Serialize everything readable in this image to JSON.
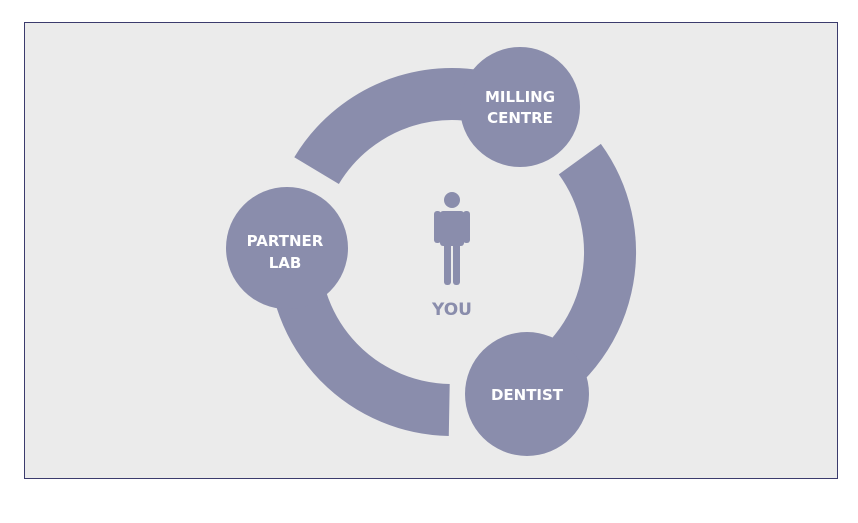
{
  "diagram": {
    "center_label": "YOU",
    "nodes": [
      {
        "id": "milling",
        "lines": [
          "MILLING",
          "CENTRE"
        ]
      },
      {
        "id": "dentist",
        "lines": [
          "DENTIST"
        ]
      },
      {
        "id": "partner",
        "lines": [
          "PARTNER",
          "LAB"
        ]
      }
    ]
  },
  "colors": {
    "shape": "#8a8dac",
    "background": "#ebebeb",
    "border": "#3b3b6d",
    "text": "#ffffff"
  }
}
